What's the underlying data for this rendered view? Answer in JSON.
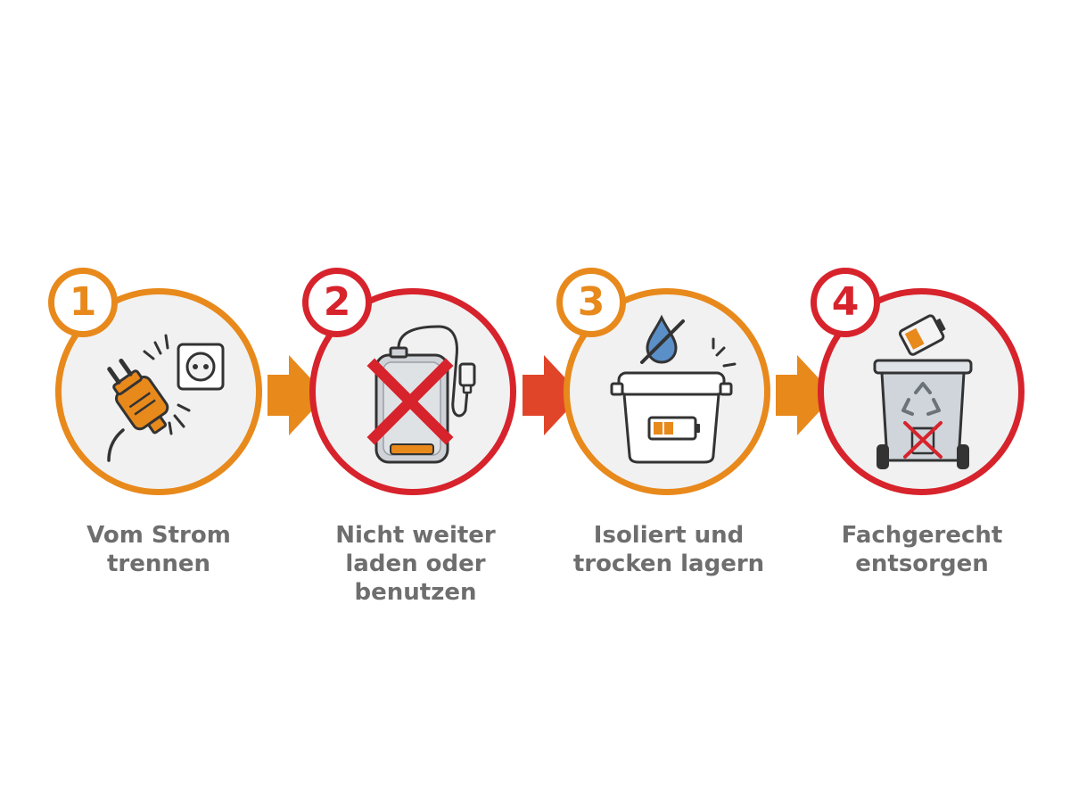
{
  "steps": [
    {
      "number": "1",
      "caption_lines": [
        "Vom Strom",
        "trennen"
      ],
      "ring": "orange",
      "icon": "unplug-icon"
    },
    {
      "number": "2",
      "caption_lines": [
        "Nicht weiter",
        "laden oder",
        "benutzen"
      ],
      "ring": "red",
      "icon": "powerbank-crossed-icon"
    },
    {
      "number": "3",
      "caption_lines": [
        "Isoliert und",
        "trocken lagern"
      ],
      "ring": "orange",
      "icon": "dry-storage-box-icon"
    },
    {
      "number": "4",
      "caption_lines": [
        "Fachgerecht",
        "entsorgen"
      ],
      "ring": "red",
      "icon": "recycling-bin-icon"
    }
  ],
  "colors": {
    "orange": "#e8891c",
    "red": "#d7232c",
    "gray_text": "#6e6e6e",
    "circle_fill": "#f1f1f1",
    "arrow_red": "#e0452a"
  }
}
